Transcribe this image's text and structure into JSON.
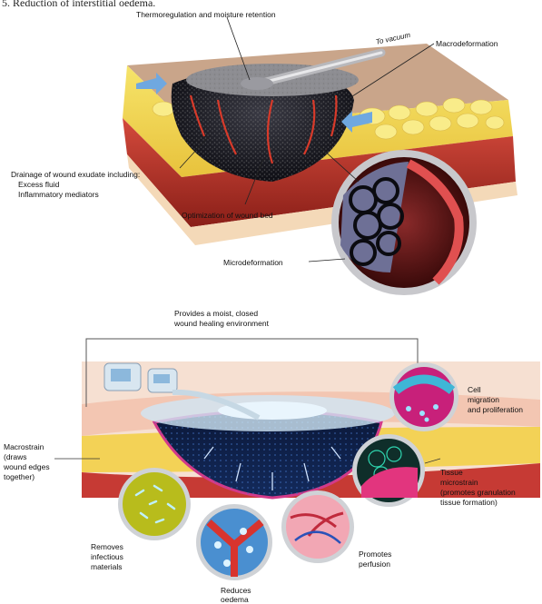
{
  "header": {
    "text": "5.   Reduction of interstitial oedema."
  },
  "top_diagram": {
    "thermoregulation": "Thermoregulation and moisture retention",
    "to_vacuum": "To vacuum",
    "macrodeformation": "Macrodeformation",
    "drainage_title": "Drainage of wound exudate including:",
    "drainage_item1": "Excess fluid",
    "drainage_item2": "Inflammatory mediators",
    "optimization": "Optimization of wound bed",
    "microdeformation": "Microdeformation"
  },
  "bottom_diagram": {
    "provides_line1": "Provides a moist, closed",
    "provides_line2": "wound healing environment",
    "cell_line1": "Cell",
    "cell_line2": "migration",
    "cell_line3": "and proliferation",
    "macrostrain_line1": "Macrostrain",
    "macrostrain_line2": "(draws",
    "macrostrain_line3": "wound edges",
    "macrostrain_line4": "together)",
    "tissue_line1": "Tissue",
    "tissue_line2": "microstrain",
    "tissue_line3": "(promotes granulation",
    "tissue_line4": "tissue formation)",
    "removes_line1": "Removes",
    "removes_line2": "infectious",
    "removes_line3": "materials",
    "promotes_line1": "Promotes",
    "promotes_line2": "perfusion",
    "reduces_line1": "Reduces",
    "reduces_line2": "oedema"
  }
}
